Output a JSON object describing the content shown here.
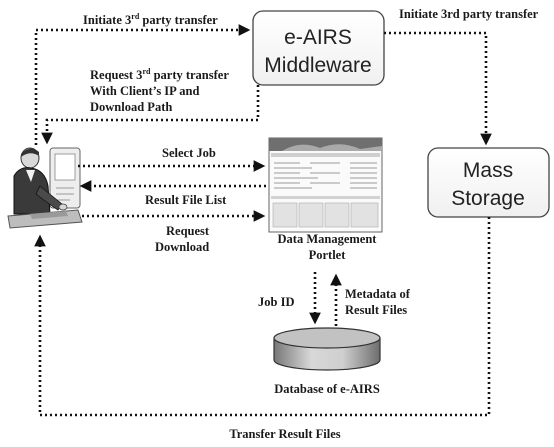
{
  "nodes": {
    "middleware": {
      "line1": "e-AIRS",
      "line2": "Middleware"
    },
    "mass_storage": {
      "line1": "Mass",
      "line2": "Storage"
    },
    "portlet": {
      "line1": "Data Management",
      "line2": "Portlet"
    },
    "database": {
      "label": "Database of e-AIRS"
    }
  },
  "edges": {
    "initiate_left": {
      "pre": "Initiate 3",
      "sup": "rd",
      "post": " party transfer"
    },
    "initiate_right": {
      "text": "Initiate 3rd party transfer"
    },
    "request_transfer": {
      "pre": "Request 3",
      "sup": "rd",
      "post": " party transfer",
      "line2": "With Client’s IP and",
      "line3": "Download Path"
    },
    "select_job": {
      "text": "Select Job"
    },
    "result_list": {
      "text": "Result File List"
    },
    "request_download": {
      "line1": "Request",
      "line2": "Download"
    },
    "job_id": {
      "text": "Job ID"
    },
    "metadata": {
      "line1": "Metadata of",
      "line2": "Result Files"
    },
    "transfer_results": {
      "text": "Transfer Result Files"
    }
  }
}
